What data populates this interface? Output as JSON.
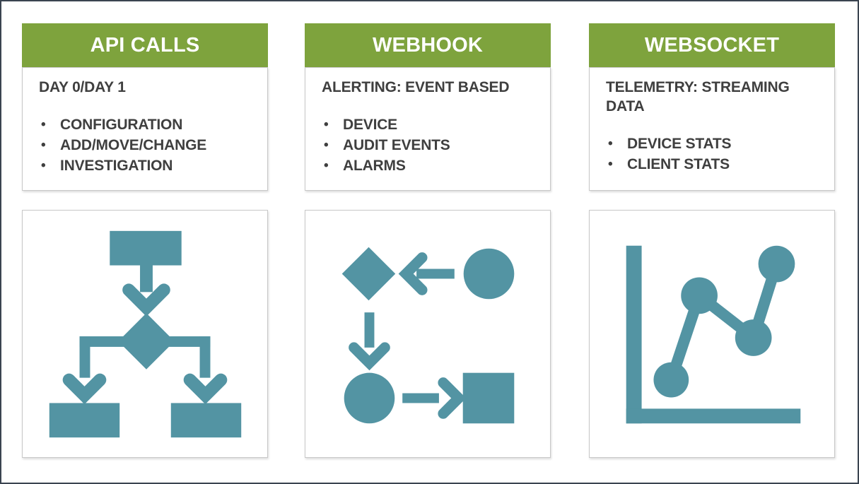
{
  "colors": {
    "header_bg": "#7ea33d",
    "header_text": "#ffffff",
    "icon": "#5394a3",
    "text": "#3f3f3f",
    "border": "#c8c8c8",
    "frame": "#3a4450"
  },
  "columns": [
    {
      "header": "API CALLS",
      "subtitle": "DAY 0/DAY 1",
      "bullets": [
        "CONFIGURATION",
        "ADD/MOVE/CHANGE",
        "INVESTIGATION"
      ],
      "icon": "flowchart-hierarchy-icon"
    },
    {
      "header": "WEBHOOK",
      "subtitle": "ALERTING: EVENT BASED",
      "bullets": [
        "DEVICE",
        "AUDIT EVENTS",
        "ALARMS"
      ],
      "icon": "process-flow-icon"
    },
    {
      "header": "WEBSOCKET",
      "subtitle": "TELEMETRY: STREAMING DATA",
      "bullets": [
        "DEVICE STATS",
        "CLIENT STATS"
      ],
      "icon": "line-chart-icon"
    }
  ]
}
